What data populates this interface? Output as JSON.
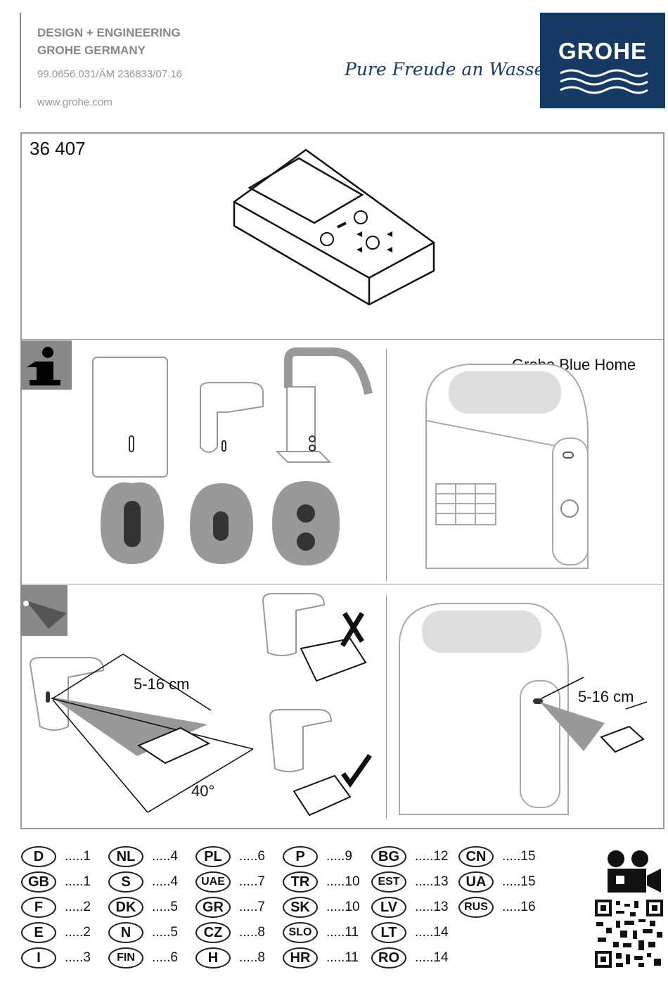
{
  "header": {
    "line1": "DESIGN + ENGINEERING",
    "line2": "GROHE GERMANY",
    "doc_number": "99.0656.031/ÄM 236833/07.16",
    "website": "www.grohe.com",
    "slogan": "Pure Freude an Wasser",
    "logo_text": "GROHE"
  },
  "product": {
    "code": "36 407"
  },
  "panels": {
    "grohe_blue_home": "Grohe Blue Home",
    "distance_left": "5-16 cm",
    "angle": "40°",
    "distance_right": "5-16 cm"
  },
  "languages": [
    {
      "code": "D",
      "page": ".....1"
    },
    {
      "code": "GB",
      "page": ".....1"
    },
    {
      "code": "F",
      "page": ".....2"
    },
    {
      "code": "E",
      "page": ".....2"
    },
    {
      "code": "I",
      "page": ".....3"
    },
    {
      "code": "NL",
      "page": ".....4"
    },
    {
      "code": "S",
      "page": ".....4"
    },
    {
      "code": "DK",
      "page": ".....5"
    },
    {
      "code": "N",
      "page": ".....5"
    },
    {
      "code": "FIN",
      "page": ".....6"
    },
    {
      "code": "PL",
      "page": ".....6"
    },
    {
      "code": "UAE",
      "page": ".....7"
    },
    {
      "code": "GR",
      "page": ".....7"
    },
    {
      "code": "CZ",
      "page": ".....8"
    },
    {
      "code": "H",
      "page": ".....8"
    },
    {
      "code": "P",
      "page": ".....9"
    },
    {
      "code": "TR",
      "page": ".....10"
    },
    {
      "code": "SK",
      "page": ".....10"
    },
    {
      "code": "SLO",
      "page": ".....11"
    },
    {
      "code": "HR",
      "page": ".....11"
    },
    {
      "code": "BG",
      "page": ".....12"
    },
    {
      "code": "EST",
      "page": ".....13"
    },
    {
      "code": "LV",
      "page": ".....13"
    },
    {
      "code": "LT",
      "page": ".....14"
    },
    {
      "code": "RO",
      "page": ".....14"
    },
    {
      "code": "CN",
      "page": ".....15"
    },
    {
      "code": "UA",
      "page": ".....15"
    },
    {
      "code": "RUS",
      "page": ".....16"
    }
  ]
}
